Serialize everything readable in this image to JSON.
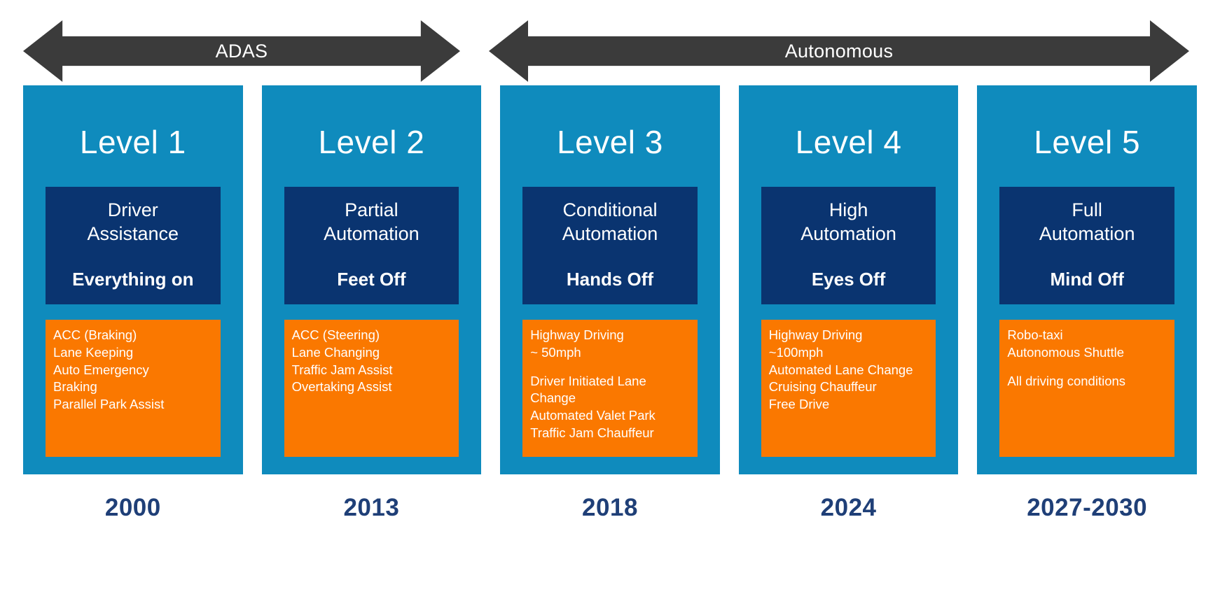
{
  "banners": [
    {
      "label": "ADAS",
      "name": "adas-arrow"
    },
    {
      "label": "Autonomous",
      "name": "autonomous-arrow"
    }
  ],
  "colors": {
    "cyan": "#0f8bbd",
    "navy": "#0a3470",
    "orange": "#fa7800",
    "arrow_gray": "#3b3b3b",
    "year_blue": "#1f3f77",
    "text_white": "#ffffff"
  },
  "levels": [
    {
      "title": "Level 1",
      "name": "Driver\nAssistance",
      "tag": "Everything on",
      "features_group_1": "ACC (Braking)\nLane Keeping\nAuto Emergency\nBraking\nParallel Park Assist",
      "features_group_2": "",
      "year": "2000"
    },
    {
      "title": "Level 2",
      "name": "Partial\nAutomation",
      "tag": "Feet Off",
      "features_group_1": "ACC (Steering)\nLane Changing\nTraffic Jam Assist\nOvertaking Assist",
      "features_group_2": "",
      "year": "2013"
    },
    {
      "title": "Level 3",
      "name": "Conditional\nAutomation",
      "tag": "Hands Off",
      "features_group_1": "Highway Driving\n~ 50mph",
      "features_group_2": "Driver Initiated Lane Change\nAutomated Valet Park\nTraffic Jam Chauffeur",
      "year": "2018"
    },
    {
      "title": "Level 4",
      "name": "High\nAutomation",
      "tag": "Eyes Off",
      "features_group_1": "Highway Driving\n~100mph\nAutomated Lane Change\nCruising Chauffeur\nFree Drive",
      "features_group_2": "",
      "year": "2024"
    },
    {
      "title": "Level 5",
      "name": "Full\nAutomation",
      "tag": "Mind Off",
      "features_group_1": "Robo-taxi\nAutonomous Shuttle",
      "features_group_2": "All driving conditions",
      "year": "2027-2030"
    }
  ]
}
